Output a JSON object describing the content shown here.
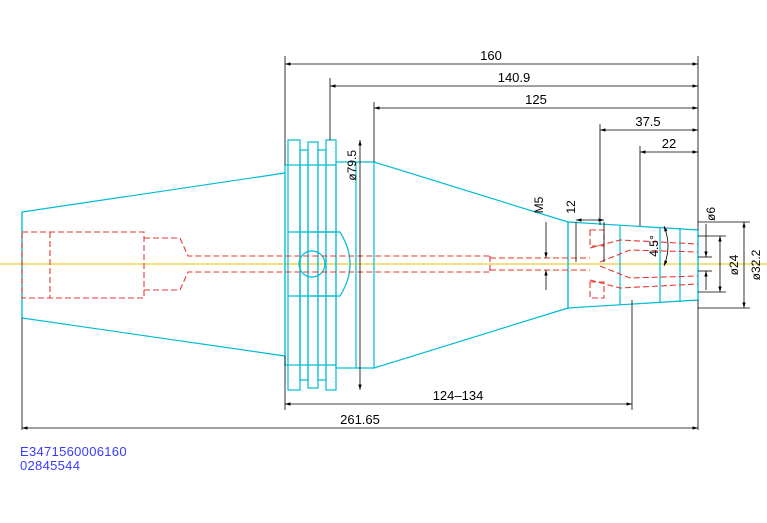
{
  "drawing": {
    "dimensions": {
      "overall_length": "261.65",
      "gauge_length": "160",
      "flange_to_end": "140.9",
      "body_length": "125",
      "nose_length": "37.5",
      "collet_length": "22",
      "adjust_range": "124–134",
      "flange_diameter": "ø79.5",
      "nose_diameter": "ø32.2",
      "collet_diameter": "ø24",
      "bore_diameter": "ø6",
      "thread": "M5",
      "thread_depth": "12",
      "taper_angle": "4.5°"
    },
    "codes": {
      "part_number": "E3471560006160",
      "order_number": "02845544"
    },
    "colors": {
      "outline": "#00bcd4",
      "hidden_lines": "#e53935",
      "centerline": "#e6c200",
      "dimensions": "#000000",
      "codes": "#3a3aff"
    }
  }
}
